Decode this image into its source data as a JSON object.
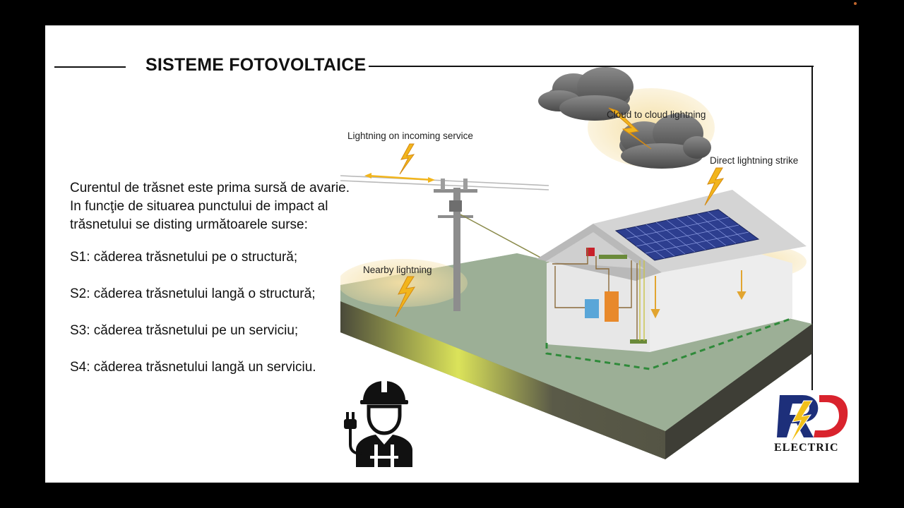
{
  "slide": {
    "title": "SISTEME FOTOVOLTAICE",
    "intro_lines": [
      "Curentul de trăsnet este prima sursă de avarie.",
      "In funcţie de situarea punctului de impact al",
      "trăsnetului se disting următoarele surse:"
    ],
    "items": [
      "S1:  căderea trăsnetului pe o structură;",
      "S2:  căderea trăsnetului langă o structură;",
      "S3:  căderea trăsnetului pe un serviciu;",
      "S4: căderea trăsnetului langă un serviciu."
    ]
  },
  "diagram": {
    "labels": {
      "incoming_service": "Lightning on incoming service",
      "cloud_to_cloud": "Cloud to cloud lightning",
      "direct_strike": "Direct lightning strike",
      "nearby": "Nearby lightning"
    }
  },
  "logo": {
    "text": "ELECTRIC"
  },
  "colors": {
    "lightning": "#f2b51c",
    "ground": "#9aad93",
    "panel": "#2d3e8f",
    "logo_red": "#d9232d",
    "logo_blue": "#1d2f7a"
  },
  "icons": [
    "lightning-bolt-icon",
    "cloud-icon",
    "worker-icon",
    "electric-plug-icon",
    "solar-panel-icon"
  ]
}
